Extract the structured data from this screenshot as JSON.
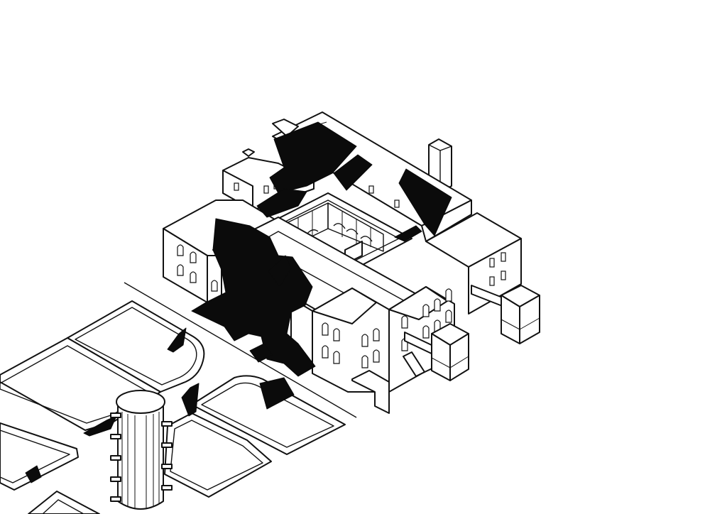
{
  "drawing": {
    "type": "isometric-axonometric",
    "colors": {
      "background": "#ffffff",
      "linework": "#111111",
      "void_fill": "#0b0b0b"
    },
    "layers": [
      "paths-and-lawns",
      "building",
      "courtyard",
      "dark-voids",
      "cylindrical-tower"
    ]
  }
}
